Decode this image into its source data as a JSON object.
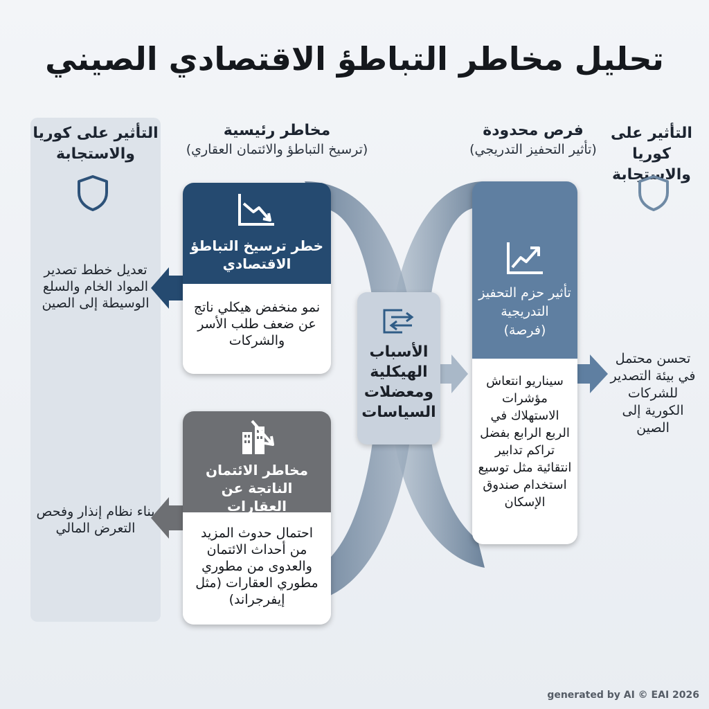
{
  "title": "تحليل مخاطر التباطؤ الاقتصادي الصيني",
  "columns": {
    "left_impact": "التأثير على كوريا والاستجابة",
    "main_risks": {
      "title": "مخاطر رئيسية",
      "subtitle": "(ترسيخ التباطؤ والائتمان العقاري)"
    },
    "opportunities": {
      "title": "فرص محدودة",
      "subtitle": "(تأثير التحفيز التدريجي)"
    },
    "right_impact": "التأثير على كوريا والاستجابة"
  },
  "left_actions": {
    "action1": "تعديل خطط تصدير المواد الخام والسلع الوسيطة إلى الصين",
    "action2": "بناء نظام إنذار وفحص التعرض المالي"
  },
  "risk_card_1": {
    "title": "خطر ترسيخ التباطؤ الاقتصادي",
    "body": "نمو منخفض هيكلي ناتج عن ضعف طلب الأسر والشركات"
  },
  "risk_card_2": {
    "title": "مخاطر الائتمان الناتجة عن العقارات",
    "body": "احتمال حدوث المزيد من أحداث الائتمان والعدوى من مطوري مطوري العقارات (مثل إيفرجراند)"
  },
  "center": {
    "label": "الأسباب الهيكلية ومعضلات السياسات"
  },
  "opportunity_card": {
    "title": "تأثير حزم التحفيز التدريجية (فرصة)",
    "body": "سيناريو انتعاش مؤشرات الاستهلاك في الربع الرابع بفضل تراكم تدابير انتقائية مثل توسيع استخدام صندوق الإسكان"
  },
  "right_action": "تحسن محتمل في بيئة التصدير للشركات الكورية إلى الصين",
  "footer": "generated by AI © EAI 2026",
  "colors": {
    "navy": "#254a70",
    "steel_blue": "#5f7fa1",
    "gray": "#6d6f73",
    "panel": "#dde3ea",
    "center_box": "#c9d2dd"
  },
  "icons": {
    "left_shield": "shield-icon",
    "right_shield": "shield-icon",
    "risk1": "trend-down-icon",
    "risk2": "building-down-icon",
    "center": "arrows-exchange-icon",
    "opportunity": "trend-up-icon"
  }
}
